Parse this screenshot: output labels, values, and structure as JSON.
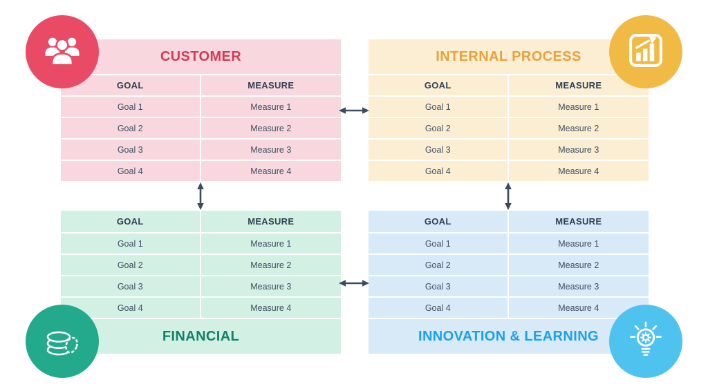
{
  "labels": {
    "goal_header": "GOAL",
    "measure_header": "MEASURE"
  },
  "quadrants": {
    "customer": {
      "title": "CUSTOMER",
      "accent": "#d23c55",
      "bg": "#f8d8de",
      "icon": "users-icon",
      "icon_bg": "#e94b67",
      "rows": [
        {
          "goal": "Goal 1",
          "measure": "Measure 1"
        },
        {
          "goal": "Goal 2",
          "measure": "Measure 2"
        },
        {
          "goal": "Goal 3",
          "measure": "Measure 3"
        },
        {
          "goal": "Goal 4",
          "measure": "Measure 4"
        }
      ]
    },
    "internal": {
      "title": "INTERNAL PROCESS",
      "accent": "#e8a23a",
      "bg": "#fceed2",
      "icon": "bar-chart-icon",
      "icon_bg": "#f1ba45",
      "rows": [
        {
          "goal": "Goal 1",
          "measure": "Measure 1"
        },
        {
          "goal": "Goal 2",
          "measure": "Measure 2"
        },
        {
          "goal": "Goal 3",
          "measure": "Measure 3"
        },
        {
          "goal": "Goal 4",
          "measure": "Measure 4"
        }
      ]
    },
    "financial": {
      "title": "FINANCIAL",
      "accent": "#128269",
      "bg": "#d2f0e4",
      "icon": "coins-icon",
      "icon_bg": "#23a98c",
      "rows": [
        {
          "goal": "Goal 1",
          "measure": "Measure 1"
        },
        {
          "goal": "Goal 2",
          "measure": "Measure 2"
        },
        {
          "goal": "Goal 3",
          "measure": "Measure 3"
        },
        {
          "goal": "Goal 4",
          "measure": "Measure 4"
        }
      ]
    },
    "innovation": {
      "title": "INNOVATION & LEARNING",
      "accent": "#18a2ee",
      "bg": "#d8eaf8",
      "icon": "lightbulb-gear-icon",
      "icon_bg": "#4fc3f0",
      "rows": [
        {
          "goal": "Goal 1",
          "measure": "Measure 1"
        },
        {
          "goal": "Goal 2",
          "measure": "Measure 2"
        },
        {
          "goal": "Goal 3",
          "measure": "Measure 3"
        },
        {
          "goal": "Goal 4",
          "measure": "Measure 4"
        }
      ]
    }
  },
  "arrow_color": "#3c4b5f"
}
